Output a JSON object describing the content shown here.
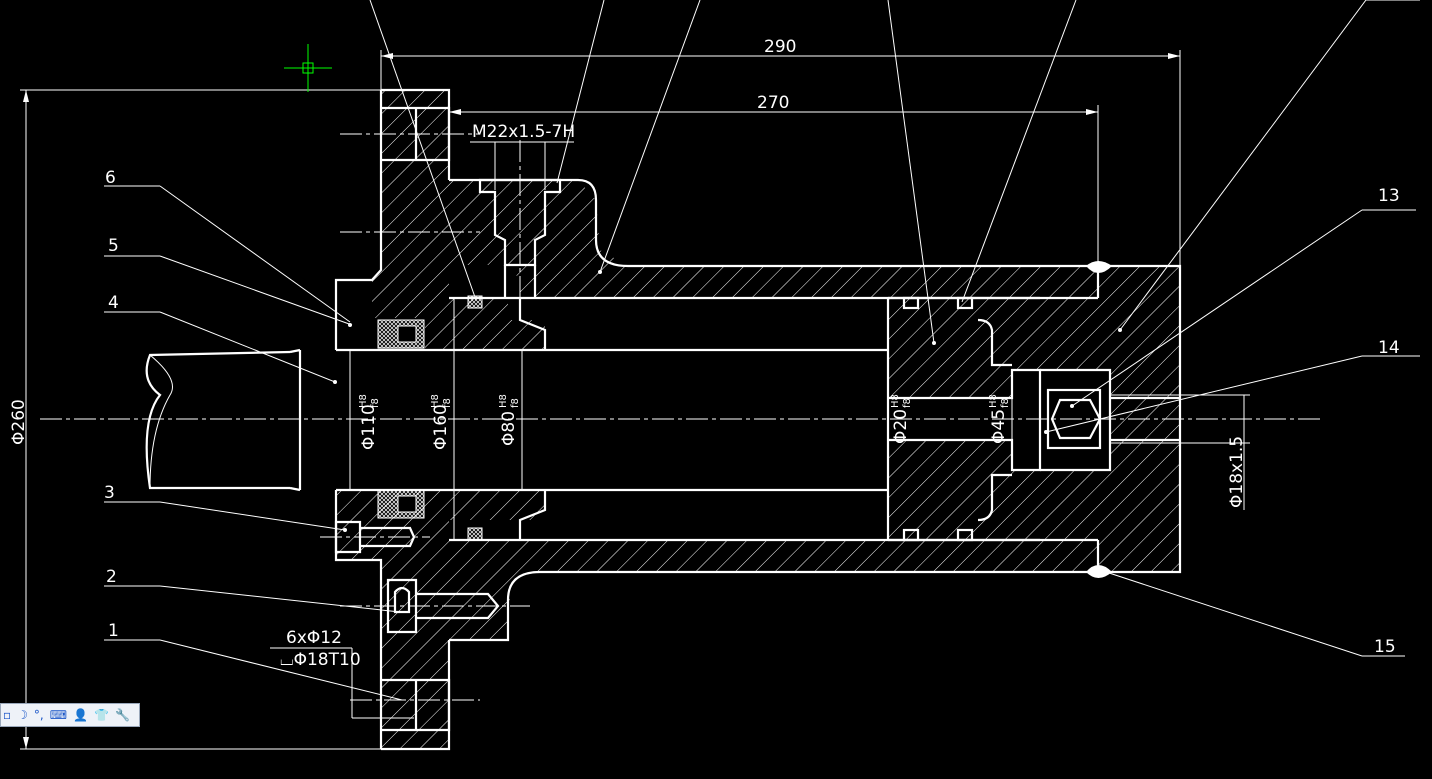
{
  "dimensions": {
    "overall_length": "290",
    "bore_depth": "270",
    "thread": "M22x1.5-7H",
    "flange_dia": "Φ260",
    "bore1": "Φ110",
    "bore1_fit_top": "H8",
    "bore1_fit_bot": "f8",
    "bore2": "Φ160",
    "bore2_fit_top": "H8",
    "bore2_fit_bot": "f8",
    "bore3": "Φ80",
    "bore3_fit_top": "H8",
    "bore3_fit_bot": "f8",
    "piston_rod": "Φ20",
    "piston_rod_fit_top": "H8",
    "piston_rod_fit_bot": "f8",
    "piston_hole": "Φ45",
    "piston_hole_fit_top": "H8",
    "piston_hole_fit_bot": "f8",
    "nut_thread": "Φ18x1.5",
    "holes_line1": "6xΦ12",
    "holes_line2": "⌴Φ18T10"
  },
  "balloons": [
    "1",
    "2",
    "3",
    "4",
    "5",
    "6",
    "13",
    "14",
    "15"
  ],
  "colors": {
    "background": "#000000",
    "line": "#ffffff",
    "cursor": "#00ff00"
  },
  "statusbar_icons": [
    "mode-icon",
    "moon-icon",
    "degree-icon",
    "keyboard-icon",
    "user-icon",
    "shirt-icon",
    "wrench-icon"
  ]
}
